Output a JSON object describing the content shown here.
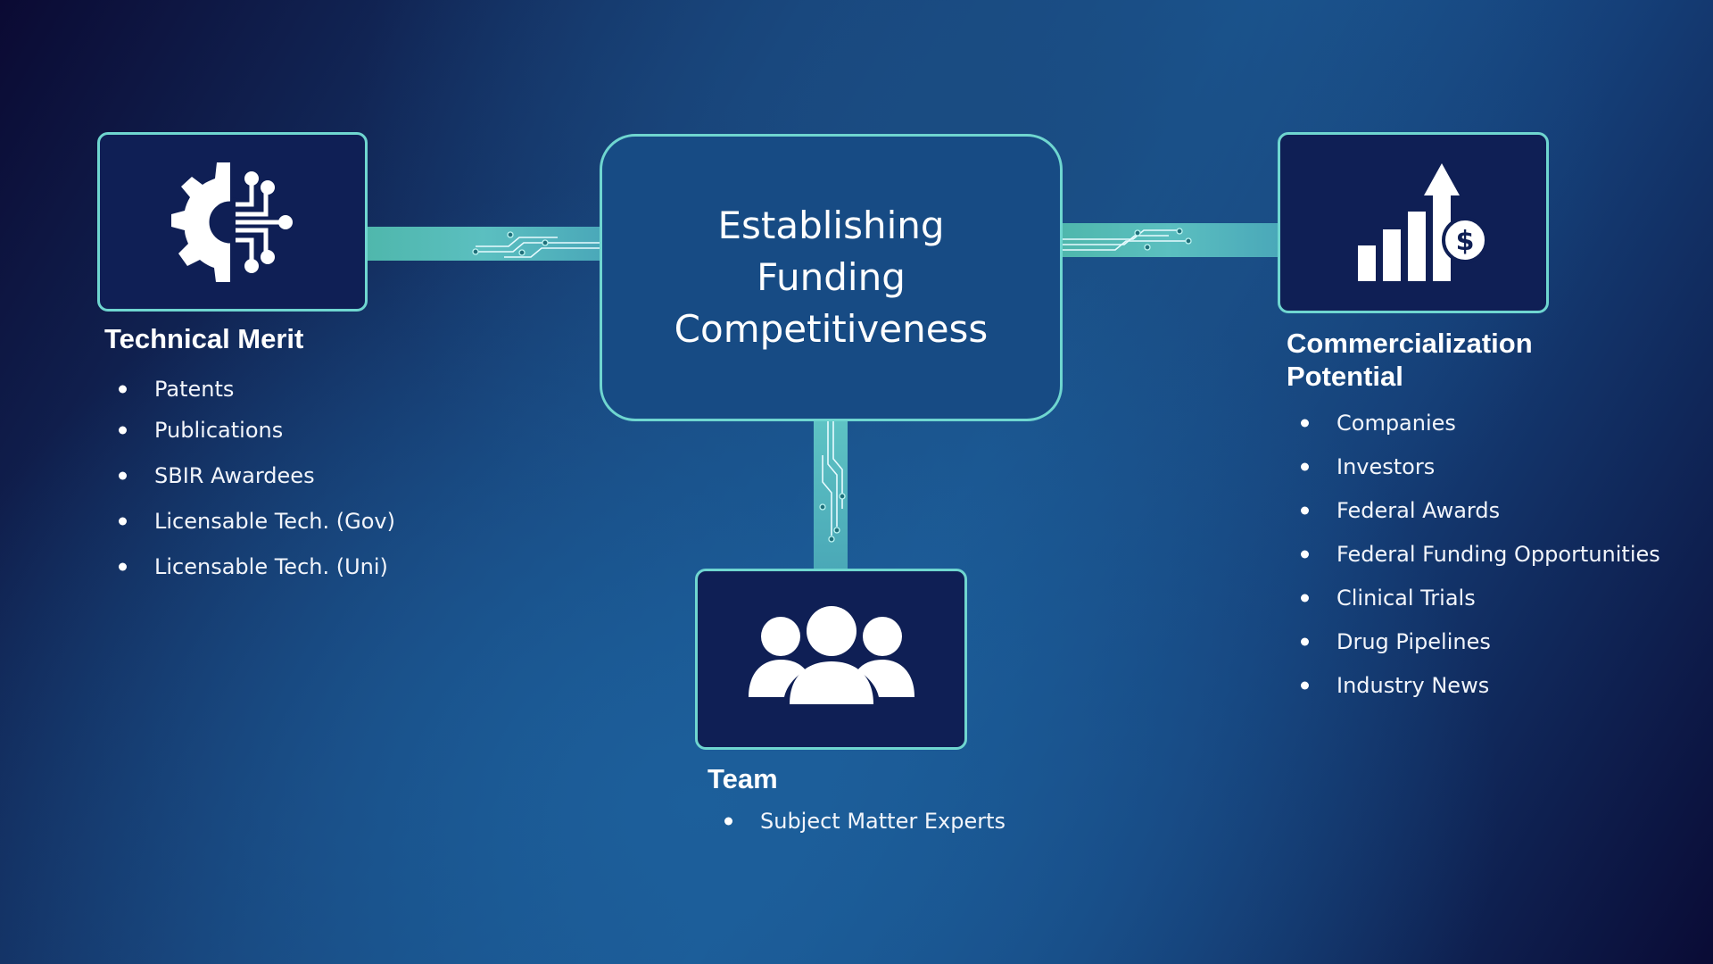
{
  "center": {
    "title": "Establishing Funding Competitiveness"
  },
  "technical": {
    "heading": "Technical Merit",
    "icon": "gear-circuit-icon",
    "items": [
      "Patents",
      "Publications",
      "SBIR Awardees",
      "Licensable Tech. (Gov)",
      "Licensable Tech. (Uni)"
    ]
  },
  "commercial": {
    "heading": "Commercialization Potential",
    "icon": "growth-chart-dollar-icon",
    "items": [
      "Companies",
      "Investors",
      "Federal Awards",
      "Federal Funding Opportunities",
      "Clinical Trials",
      "Drug Pipelines",
      "Industry News"
    ]
  },
  "team": {
    "heading": "Team",
    "icon": "people-group-icon",
    "items": [
      "Subject Matter Experts"
    ]
  },
  "colors": {
    "border": "#6fd6d0",
    "connector": "#4fb7ac",
    "box_fill": "#0f1f55",
    "center_fill": "#174b84"
  }
}
